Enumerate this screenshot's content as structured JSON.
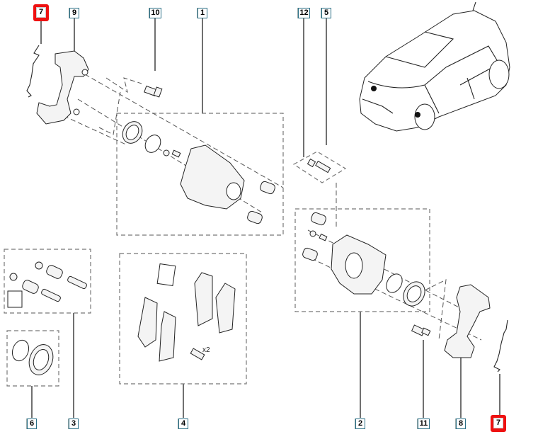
{
  "diagram": {
    "title": "Rear brake caliper assembly exploded view",
    "callouts": [
      {
        "id": "7",
        "position": "top-left",
        "highlighted": true,
        "part": "wear-indicator-cable"
      },
      {
        "id": "9",
        "position": "top",
        "highlighted": false,
        "part": "caliper-bracket-left"
      },
      {
        "id": "10",
        "position": "top",
        "highlighted": false,
        "part": "bracket-bolt"
      },
      {
        "id": "1",
        "position": "top",
        "highlighted": false,
        "part": "caliper-assembly-left"
      },
      {
        "id": "12",
        "position": "top",
        "highlighted": false,
        "part": "bleed-screw-cap"
      },
      {
        "id": "5",
        "position": "top",
        "highlighted": false,
        "part": "bleed-screw"
      },
      {
        "id": "6",
        "position": "bottom",
        "highlighted": false,
        "part": "piston-seal-kit"
      },
      {
        "id": "3",
        "position": "bottom",
        "highlighted": false,
        "part": "guide-pin-kit"
      },
      {
        "id": "4",
        "position": "bottom",
        "highlighted": false,
        "part": "brake-pad-set"
      },
      {
        "id": "2",
        "position": "bottom",
        "highlighted": false,
        "part": "caliper-assembly-right"
      },
      {
        "id": "11",
        "position": "bottom",
        "highlighted": false,
        "part": "bracket-bolt"
      },
      {
        "id": "8",
        "position": "bottom",
        "highlighted": false,
        "part": "caliper-bracket-right"
      },
      {
        "id": "7",
        "position": "bottom-right",
        "highlighted": true,
        "part": "wear-indicator-cable"
      }
    ],
    "pad_set_quantity_label": "x2",
    "highlight_color": "#ee1111",
    "callout_border_color": "#2a6f86"
  }
}
